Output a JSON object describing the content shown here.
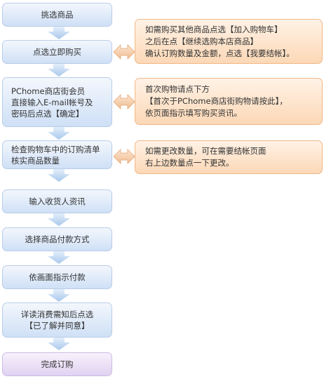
{
  "steps": [
    "挑选商品",
    "点选立即购买",
    "PChome商店街会员\n直接输入E-mail帐号及\n密码后点选【确定】",
    "检查购物车中的订购清单\n核实商品数量",
    "输入收货人资讯",
    "选择商品付款方式",
    "依画面指示付款",
    "详读消费需知后点选\n【已了解并同意】",
    "完成订购"
  ],
  "notes": [
    "如需购买其他商品点选【加入购物车】\n之后在点【继续选购本店商品】\n确认订购数量及金额，点选【我要结帐】。",
    "首次购物请点下方\n【首次于PChome商店街购物请按此】，\n依页面指示填写购买资讯。",
    "如需更改数量，可在需要结帐页面\n右上边数量点一下更改。"
  ],
  "colors": {
    "step_border": "#b9cde8",
    "step_fill": "#cfe0f6",
    "final_fill": "#e0d2f1",
    "note_border": "#f1b888",
    "note_fill": "#fcd8b6",
    "arrow_down": "#bcd6f0",
    "arrow_double": "#f3c9a2"
  }
}
